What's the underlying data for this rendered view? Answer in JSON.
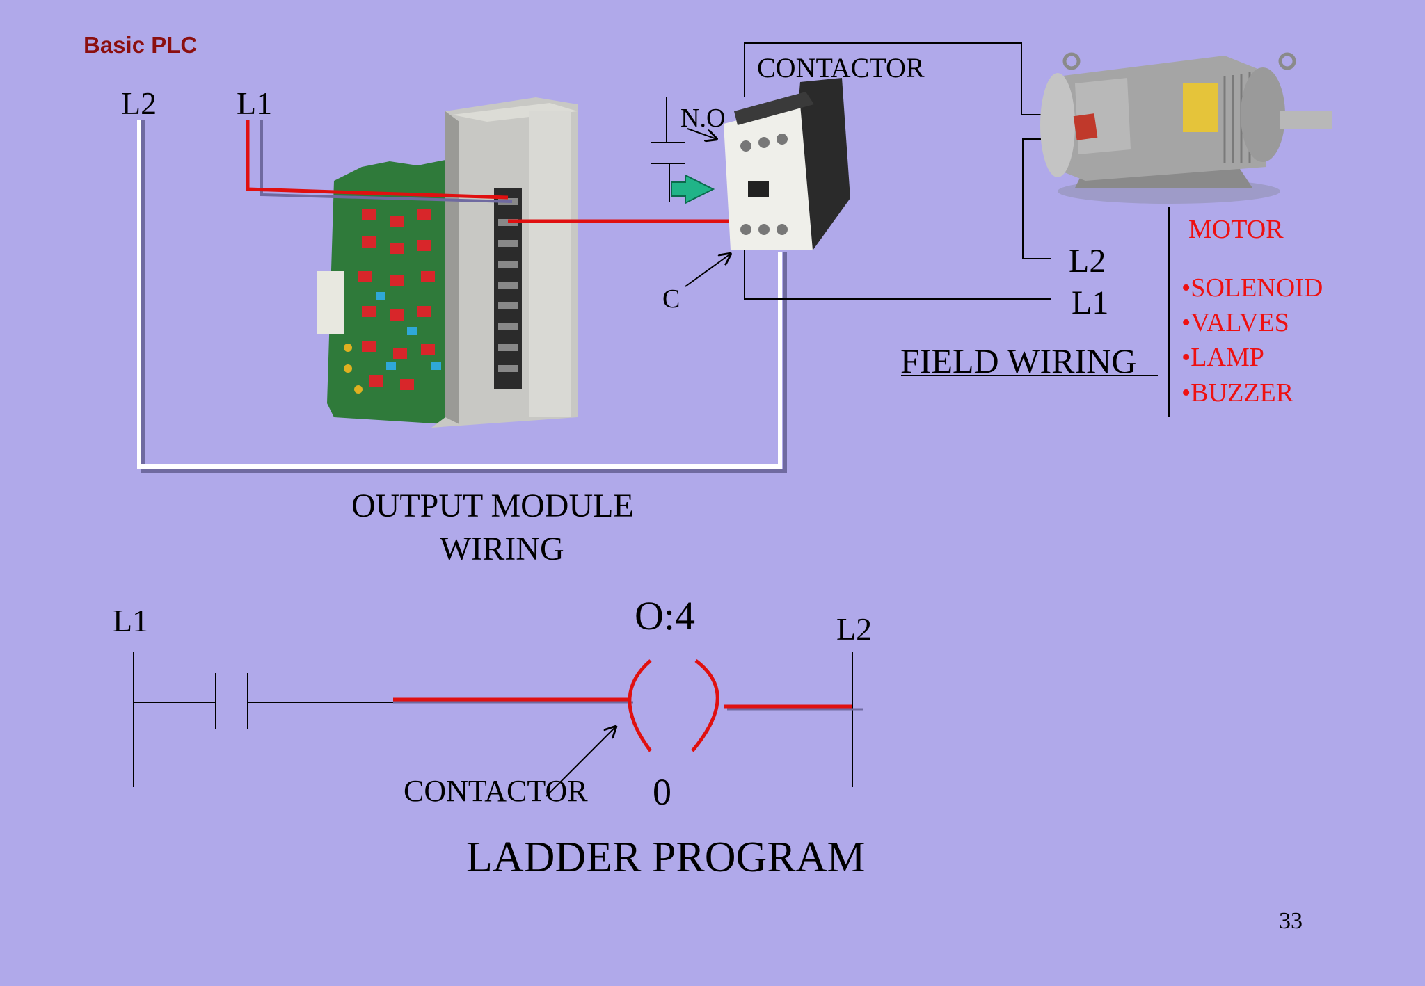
{
  "slide": {
    "title": "Basic PLC",
    "page_number": "33"
  },
  "output_module": {
    "rail_l2": "L2",
    "rail_l1": "L1",
    "caption_line1": "OUTPUT MODULE",
    "caption_line2": "WIRING"
  },
  "contactor": {
    "label": "CONTACTOR",
    "no_label": "N.O",
    "coil_label": "C"
  },
  "field": {
    "l2": "L2",
    "l1": "L1",
    "caption": "FIELD  WIRING",
    "motor_label": "MOTOR",
    "loads": [
      "•SOLENOID",
      "•VALVES",
      "•LAMP",
      "•BUZZER"
    ]
  },
  "ladder": {
    "rail_left": "L1",
    "rail_right": "L2",
    "output_address": "O:4",
    "output_bit": "0",
    "callout": "CONTACTOR",
    "title": "LADDER PROGRAM"
  },
  "colors": {
    "background": "#b0a9ea",
    "wire_red": "#e01010",
    "wire_white": "#ffffff",
    "title_red": "#8b0f0f",
    "label_red": "#ee1111"
  }
}
